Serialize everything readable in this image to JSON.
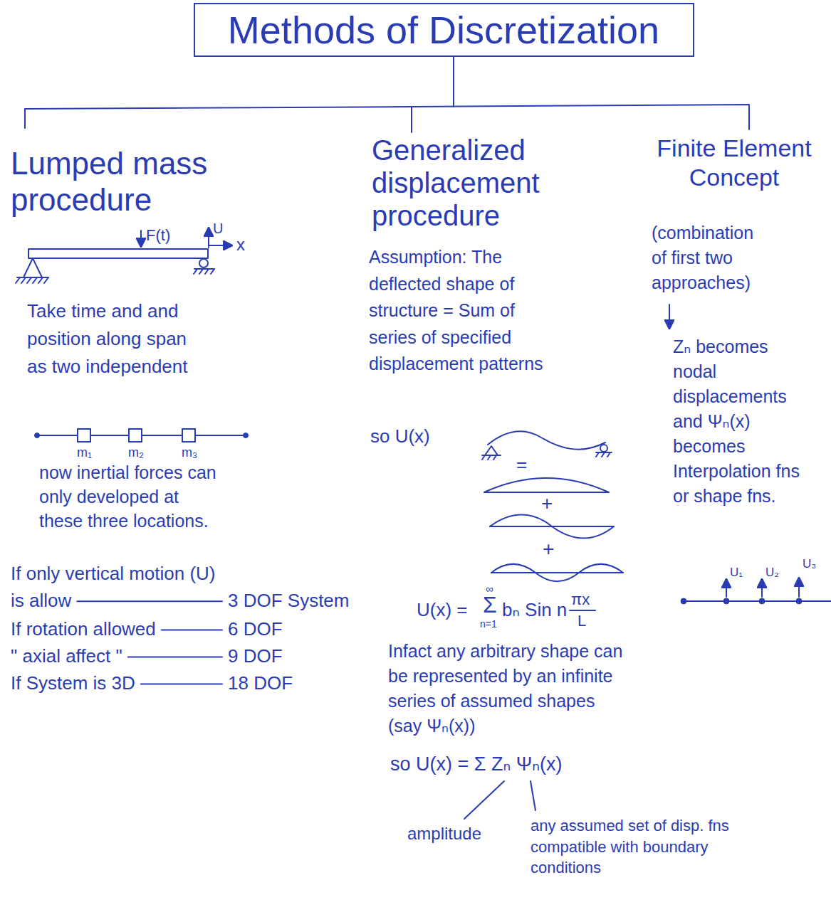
{
  "diagram": {
    "nodes": [
      {
        "text": [
          "Methods of Discretization"
        ]
      }
    ],
    "labels": [
      "Lumped mass procedure",
      "F(t)",
      "U",
      "x",
      "Take time and and position along span as two independent",
      "m₁",
      "m₂",
      "m₃",
      "now inertial forces can only developed at these three locations.",
      "If only vertical motion (U) is allow",
      "3 DOF System",
      "If rotation allowed",
      "6 DOF",
      "\" axial affect \"",
      "9 DOF",
      "If System is 3D",
      "18 DOF",
      "Generalized displacement procedure",
      "Assumption: The deflected shape of structure = Sum of series of specified displacement patterns",
      "so U(x)",
      "=",
      "+",
      "+",
      "U(x) =",
      "∞",
      "Σ",
      "n=1",
      "bₙ Sin n",
      "πx",
      "L",
      "Infact any arbitrary shape can be represented by an infinite series of assumed shapes (say Ψₙ(x))",
      "so U(x) = Σ Zₙ Ψₙ(x)",
      "amplitude",
      "any assumed set of disp. fns compatible with boundary conditions",
      "Finite Element Concept",
      "(combination of first two approaches)",
      "Zₙ becomes nodal displacements and Ψₙ(x) becomes Interpolation fns or shape fns.",
      "U₁",
      "U₂",
      "U₃"
    ]
  }
}
